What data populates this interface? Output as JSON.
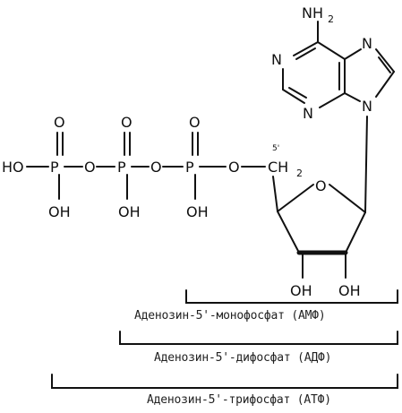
{
  "molecule": {
    "phosphates": {
      "p_label": "P",
      "o_label": "O",
      "ho_label": "HO",
      "oh_label": "OH"
    },
    "bridge": {
      "o_label": "O",
      "ch2_label": "CH",
      "ch2_subscript": "2",
      "five_prime_label": "5'"
    },
    "ribose": {
      "ring_o_label": "O",
      "oh_left": "OH",
      "oh_right": "OH"
    },
    "adenine": {
      "amino_label": "NH",
      "amino_subscript": "2",
      "n_label": "N"
    }
  },
  "brackets": [
    {
      "label": "Аденозин-5'-монофосфат (АМФ)"
    },
    {
      "label": "Аденозин-5'-дифосфат (АДФ)"
    },
    {
      "label": "Аденозин-5'-трифосфат (АТФ)"
    }
  ]
}
